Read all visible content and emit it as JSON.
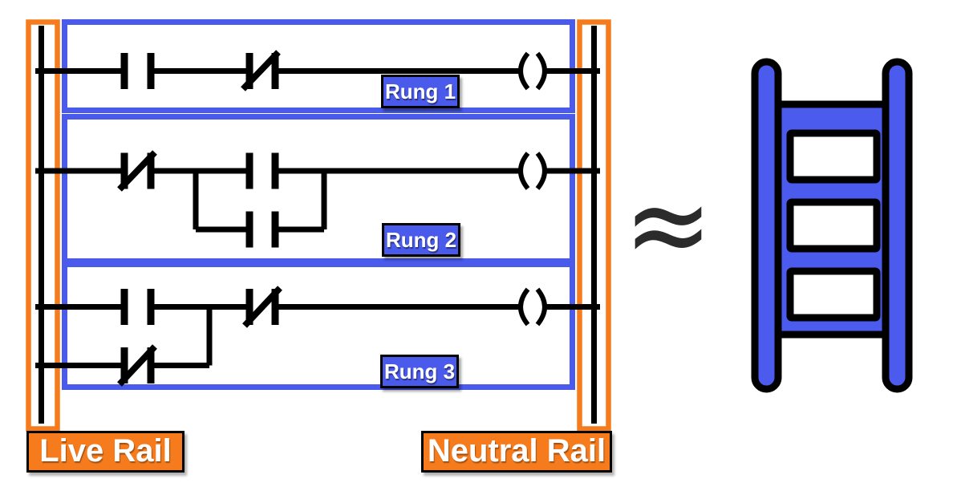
{
  "figure": {
    "type": "plc-ladder-logic-diagram",
    "background_color": "#ffffff",
    "colors": {
      "rung_box_blue": "#4a5bec",
      "rail_orange": "#f57b1c",
      "wire_black": "#000000",
      "ladder_icon_blue": "#4a5bed",
      "approx_symbol_color": "#2b2b2b",
      "label_text": "#ffffff"
    },
    "rungs": [
      {
        "label": "Rung 1"
      },
      {
        "label": "Rung 2"
      },
      {
        "label": "Rung 3"
      }
    ],
    "rails": {
      "left_label": "Live Rail",
      "right_label": "Neutral Rail"
    },
    "approx_symbol": "≈",
    "icons": {
      "ladder": "ladder-icon",
      "no_contact": "normally-open-contact-icon",
      "nc_contact": "normally-closed-contact-icon",
      "coil": "output-coil-icon"
    }
  }
}
